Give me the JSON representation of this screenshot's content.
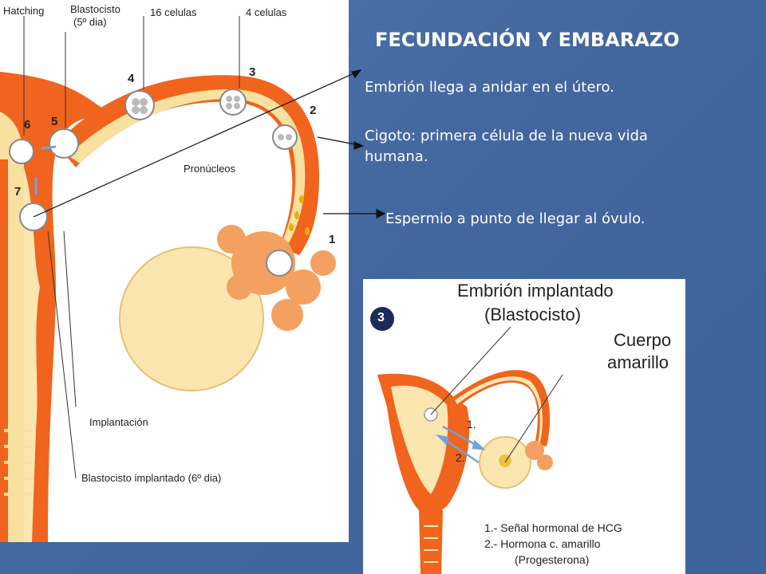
{
  "slide": {
    "title": "FECUNDACIÓN Y EMBARAZO",
    "captions": {
      "embryo": "Embrión llega a anidar en el útero.",
      "zygote": "Cigoto: primera célula de la nueva vida humana.",
      "sperm": "Espermio a punto de llegar al óvulo."
    }
  },
  "left_figure": {
    "labels": {
      "hatching": "Hatching",
      "blastocisto": "Blastocisto",
      "dia5": "(5º dia)",
      "cel16": "16 celulas",
      "cel4": "4 celulas",
      "pronucleos": "Pronúcleos",
      "implantacion": "Implantación",
      "implantado": "Blastocisto implantado (6º dia)"
    },
    "numbers": [
      "1",
      "2",
      "3",
      "4",
      "5",
      "6",
      "7"
    ]
  },
  "right_figure": {
    "badge": "3",
    "title_line1": "Embrión implantado",
    "title_line2": "(Blastocisto)",
    "cuerpo_line1": "Cuerpo",
    "cuerpo_line2": "amarillo",
    "arrow1": "1.",
    "arrow2": "2.",
    "legend1": "1.- Señal hormonal de HCG",
    "legend2": "2.- Hormona c. amarillo",
    "legend3": "(Progesterona)"
  },
  "colors": {
    "background": "#4a6fa5",
    "tissue_orange": "#f0641e",
    "tissue_light": "#f8e0a0",
    "ovary": "#fbe6b0",
    "fimbriae": "#f4a060",
    "arrow_blue": "#6fa3d8"
  }
}
